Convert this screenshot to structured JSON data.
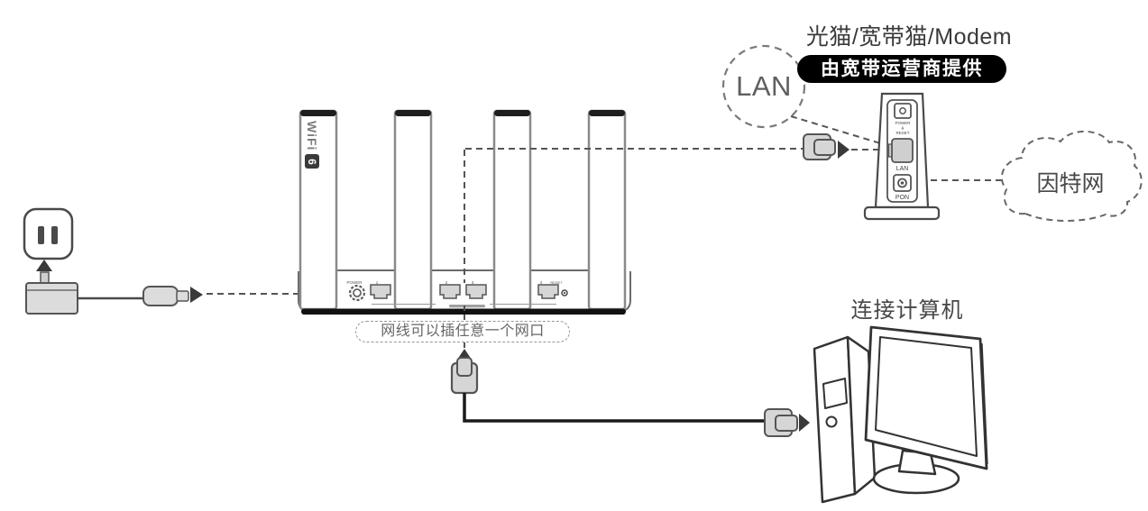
{
  "modem": {
    "title": "光猫/宽带猫/Modem",
    "provider_badge": "由宽带运营商提供",
    "lan_bubble": "LAN",
    "power_reset": [
      "POWER",
      "&",
      "RESET"
    ],
    "lan_port": "LAN",
    "pon_port": "PON"
  },
  "internet": {
    "label": "因特网"
  },
  "computer": {
    "label": "连接计算机"
  },
  "router": {
    "logo_text": "WiFi",
    "logo_badge": "6",
    "note": "网线可以插任意一个网口",
    "power_label": "POWER",
    "port_labels": [
      "1",
      "2",
      "3",
      "4"
    ],
    "reset_label": "RESET"
  },
  "colors": {
    "line": "#4a4a4a",
    "light_gray_fill": "#d6d6d6",
    "badge_bg": "#000000",
    "badge_text": "#ffffff",
    "heading_text": "#3a3a3a",
    "secondary_text": "#666666"
  }
}
